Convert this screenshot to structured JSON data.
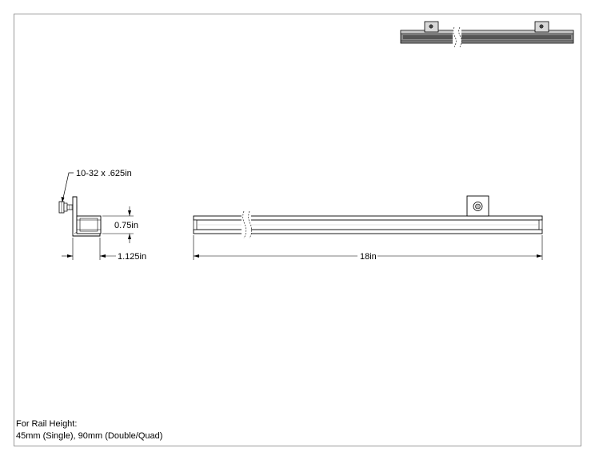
{
  "labels": {
    "fastener": "10-32 x .625in",
    "rail_height": "0.75in",
    "width": "1.125in",
    "length": "18in"
  },
  "notes": {
    "line1": "For Rail Height:",
    "line2": "45mm (Single), 90mm (Double/Quad)"
  },
  "colors": {
    "line": "#000000",
    "frame": "#9a9a9a",
    "rail_dark": "#555555",
    "rail_mid": "#8a8a8a",
    "rail_light": "#c8c8c8"
  }
}
